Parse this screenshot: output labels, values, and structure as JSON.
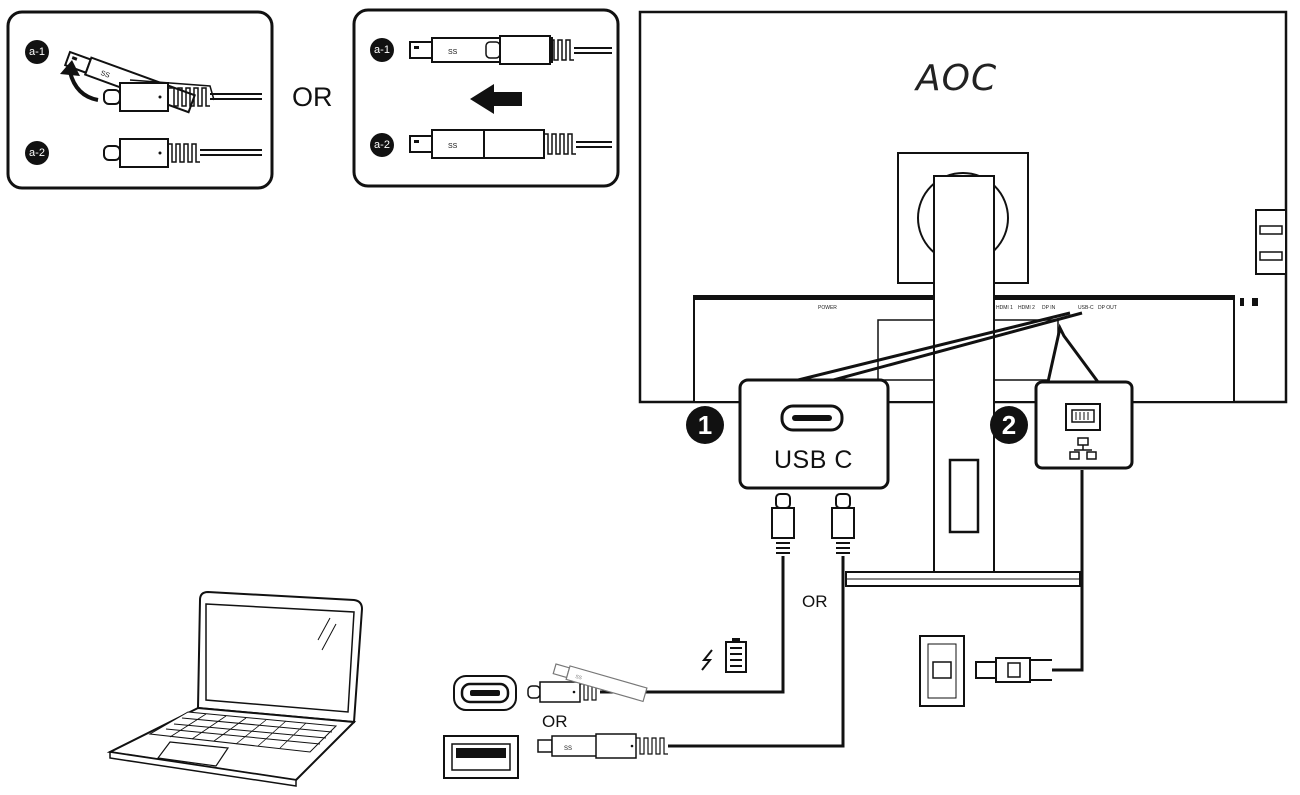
{
  "panels": {
    "left": {
      "step_a1": "a-1",
      "step_a2": "a-2"
    },
    "separator_or": "OR",
    "right": {
      "step_a1": "a-1",
      "step_a2": "a-2"
    }
  },
  "monitor": {
    "brand_logo": "AOC",
    "rear_port_labels": [
      "POWER",
      "HDMI 1",
      "HDMI 2",
      "DP IN",
      "USB-C",
      "DP OUT"
    ]
  },
  "callouts": {
    "usb_c": {
      "number": "1",
      "label": "USB C"
    },
    "lan": {
      "number": "2"
    }
  },
  "connections": {
    "or_between_cables": "OR",
    "or_between_host_ports": "OR"
  },
  "icons": [
    "usb-c-to-a-adapter-icon",
    "arrow-icon",
    "usb-a-plug-icon",
    "usb-c-plug-icon",
    "monitor-stand-icon",
    "rj45-port-icon",
    "network-icon",
    "battery-charging-icon",
    "laptop-icon",
    "wall-lan-socket-icon",
    "usb-a-port-icon",
    "usb-c-port-icon"
  ]
}
